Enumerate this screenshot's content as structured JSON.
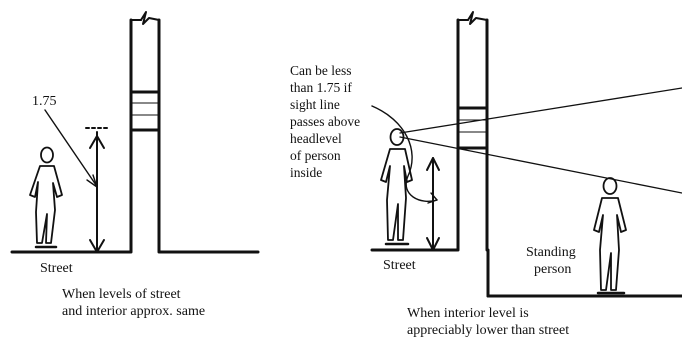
{
  "left_panel": {
    "dimension_label": "1.75",
    "street_label": "Street",
    "caption_lines": [
      "When levels of street",
      "and interior approx. same"
    ]
  },
  "right_panel": {
    "note_lines": [
      "Can be less",
      "than 1.75 if",
      "sight line",
      "passes above",
      "headlevel",
      "of person",
      "inside"
    ],
    "street_label": "Street",
    "person_label_lines": [
      "Standing",
      "person"
    ],
    "caption_lines": [
      "When interior level is",
      "appreciably lower than street"
    ]
  }
}
